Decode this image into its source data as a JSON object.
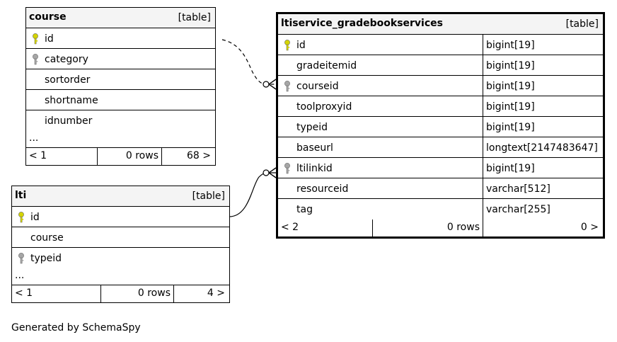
{
  "footer_text": "Generated by SchemaSpy",
  "tables": {
    "course": {
      "name": "course",
      "type": "[table]",
      "columns": [
        {
          "name": "id",
          "key": "primary"
        },
        {
          "name": "category",
          "key": "foreign"
        },
        {
          "name": "sortorder",
          "key": ""
        },
        {
          "name": "shortname",
          "key": ""
        },
        {
          "name": "idnumber",
          "key": ""
        }
      ],
      "ellipsis": "...",
      "footer": {
        "parents": "< 1",
        "rows": "0 rows",
        "children": "68 >"
      }
    },
    "lti": {
      "name": "lti",
      "type": "[table]",
      "columns": [
        {
          "name": "id",
          "key": "primary"
        },
        {
          "name": "course",
          "key": ""
        },
        {
          "name": "typeid",
          "key": "foreign"
        }
      ],
      "ellipsis": "...",
      "footer": {
        "parents": "< 1",
        "rows": "0 rows",
        "children": "4 >"
      }
    },
    "gradebook": {
      "name": "ltiservice_gradebookservices",
      "type": "[table]",
      "columns": [
        {
          "name": "id",
          "type": "bigint[19]",
          "key": "primary"
        },
        {
          "name": "gradeitemid",
          "type": "bigint[19]",
          "key": ""
        },
        {
          "name": "courseid",
          "type": "bigint[19]",
          "key": "foreign"
        },
        {
          "name": "toolproxyid",
          "type": "bigint[19]",
          "key": ""
        },
        {
          "name": "typeid",
          "type": "bigint[19]",
          "key": ""
        },
        {
          "name": "baseurl",
          "type": "longtext[2147483647]",
          "key": ""
        },
        {
          "name": "ltilinkid",
          "type": "bigint[19]",
          "key": "foreign"
        },
        {
          "name": "resourceid",
          "type": "varchar[512]",
          "key": ""
        },
        {
          "name": "tag",
          "type": "varchar[255]",
          "key": ""
        }
      ],
      "footer": {
        "parents": "< 2",
        "rows": "0 rows",
        "children": "0 >"
      }
    }
  },
  "colors": {
    "primary_key": "#d4d400",
    "foreign_key": "#a6a6a6",
    "header_bg": "#f4f4f4"
  }
}
